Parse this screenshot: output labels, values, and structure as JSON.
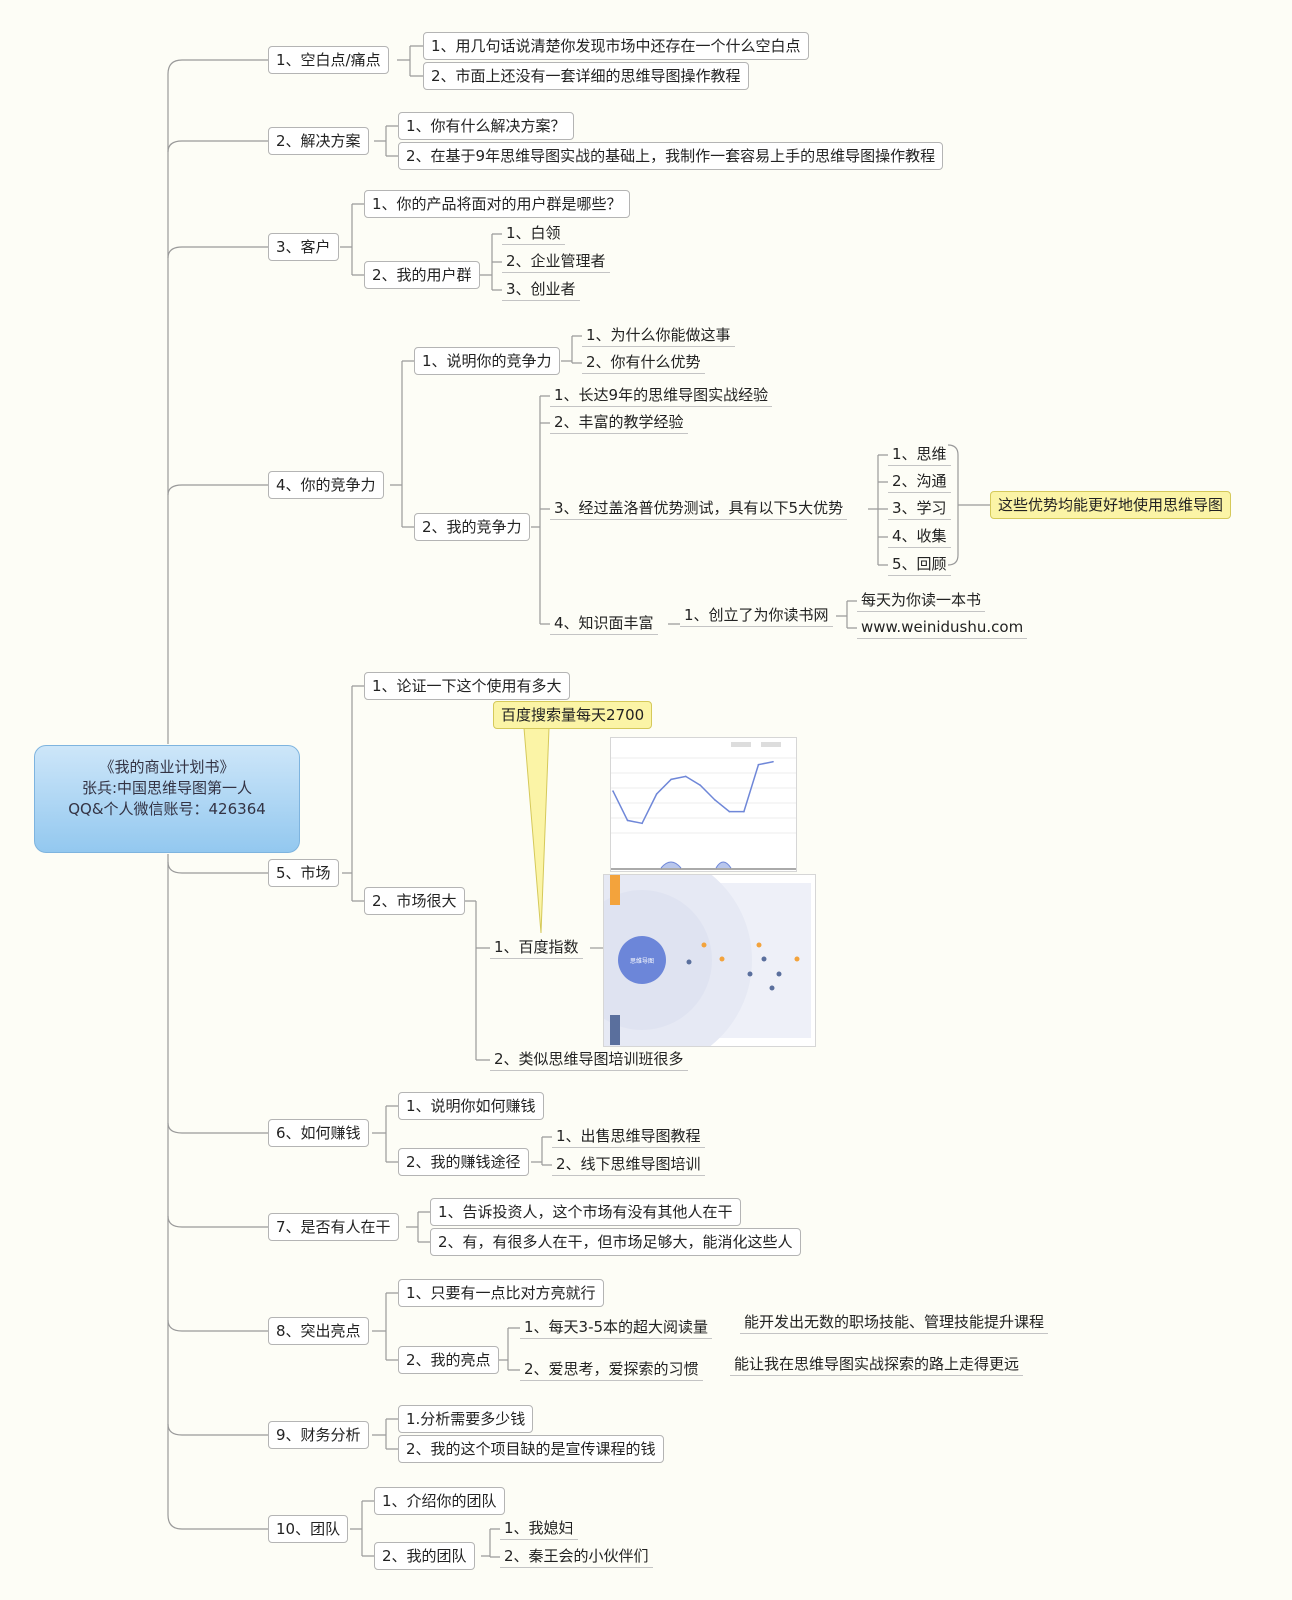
{
  "root": {
    "title": "《我的商业计划书》",
    "author": "张兵:中国思维导图第一人",
    "contact": "QQ&个人微信账号：426364"
  },
  "b1": {
    "label": "1、空白点/痛点",
    "c1": "1、用几句话说清楚你发现市场中还存在一个什么空白点",
    "c2": "2、市面上还没有一套详细的思维导图操作教程"
  },
  "b2": {
    "label": "2、解决方案",
    "c1": "1、你有什么解决方案？",
    "c2": "2、在基于9年思维导图实战的基础上，我制作一套容易上手的思维导图操作教程"
  },
  "b3": {
    "label": "3、客户",
    "c1": "1、你的产品将面对的用户群是哪些？",
    "c2": "2、我的用户群",
    "g1": "1、白领",
    "g2": "2、企业管理者",
    "g3": "3、创业者"
  },
  "b4": {
    "label": "4、你的竞争力",
    "c1": "1、说明你的竞争力",
    "c1a": "1、为什么你能做这事",
    "c1b": "2、你有什么优势",
    "c2": "2、我的竞争力",
    "d1": "1、长达9年的思维导图实战经验",
    "d2": "2、丰富的教学经验",
    "d3": "3、经过盖洛普优势测试，具有以下5大优势",
    "s1": "1、思维",
    "s2": "2、沟通",
    "s3": "3、学习",
    "s4": "4、收集",
    "s5": "5、回顾",
    "note": "这些优势均能更好地使用思维导图",
    "d4": "4、知识面丰富",
    "e1": "1、创立了为你读书网",
    "f1": "每天为你读一本书",
    "f2": "www.weinidushu.com"
  },
  "b5": {
    "label": "5、市场",
    "c1": "1、论证一下这个使用有多大",
    "c2": "2、市场很大",
    "d1": "1、百度指数",
    "callout": "百度搜索量每天2700",
    "d2": "2、类似思维导图培训班很多",
    "graph_center": "思维导图"
  },
  "b6": {
    "label": "6、如何赚钱",
    "c1": "1、说明你如何赚钱",
    "c2": "2、我的赚钱途径",
    "d1": "1、出售思维导图教程",
    "d2": "2、线下思维导图培训"
  },
  "b7": {
    "label": "7、是否有人在干",
    "c1": "1、告诉投资人，这个市场有没有其他人在干",
    "c2": "2、有，有很多人在干，但市场足够大，能消化这些人"
  },
  "b8": {
    "label": "8、突出亮点",
    "c1": "1、只要有一点比对方亮就行",
    "c2": "2、我的亮点",
    "d1": "1、每天3-5本的超大阅读量",
    "e1": "能开发出无数的职场技能、管理技能提升课程",
    "d2": "2、爱思考，爱探索的习惯",
    "e2": "能让我在思维导图实战探索的路上走得更远"
  },
  "b9": {
    "label": "9、财务分析",
    "c1": "1.分析需要多少钱",
    "c2": "2、我的这个项目缺的是宣传课程的钱"
  },
  "b10": {
    "label": "10、团队",
    "c1": "1、介绍你的团队",
    "c2": "2、我的团队",
    "d1": "1、我媳妇",
    "d2": "2、秦王会的小伙伴们"
  },
  "colors": {
    "line": "#9a9a9a",
    "root_fill": "#a9d3f2",
    "tip_fill": "#fbf4a6"
  },
  "chart_data": {
    "type": "line",
    "series": [
      {
        "values": [
          2300,
          1800,
          1750,
          2250,
          2500,
          2550,
          2400,
          2150,
          1950,
          1950,
          2750,
          2800
        ]
      }
    ],
    "ylim": [
      1500,
      3000
    ]
  }
}
